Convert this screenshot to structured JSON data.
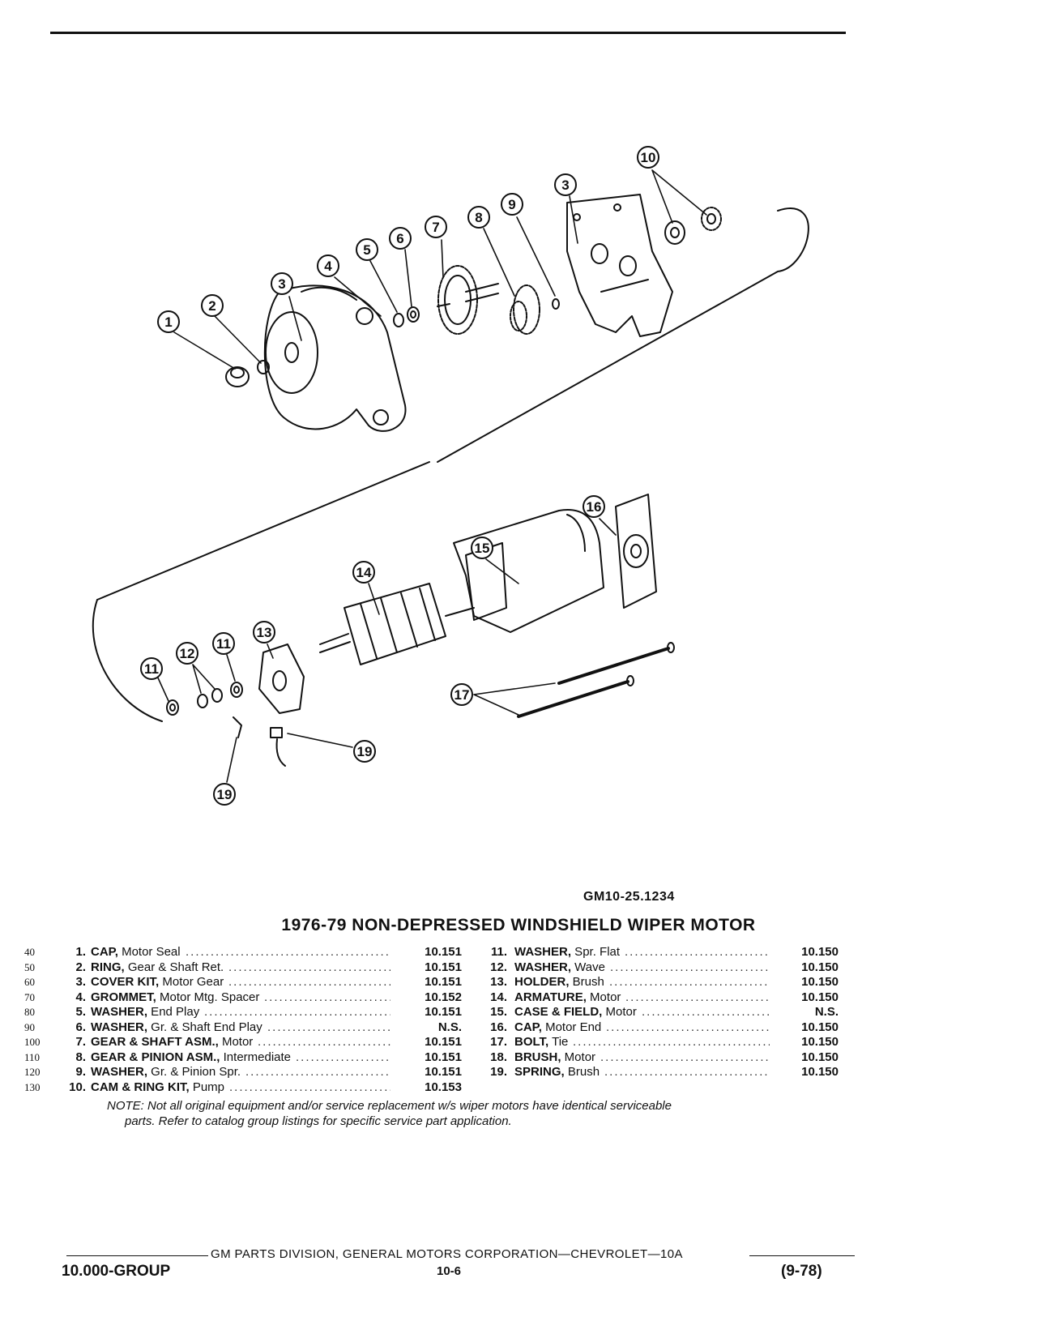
{
  "figure_id": "GM10-25.1234",
  "title": "1976-79 NON-DEPRESSED WINDSHIELD WIPER MOTOR",
  "callouts": [
    "1",
    "2",
    "3",
    "3",
    "4",
    "5",
    "6",
    "7",
    "8",
    "9",
    "10",
    "11",
    "11",
    "12",
    "13",
    "14",
    "15",
    "16",
    "17",
    "19",
    "19"
  ],
  "left_parts": [
    {
      "ref": "40",
      "num": "1.",
      "name": "CAP,",
      "desc": " Motor Seal",
      "group": "10.151"
    },
    {
      "ref": "50",
      "num": "2.",
      "name": "RING,",
      "desc": " Gear & Shaft Ret.",
      "group": "10.151"
    },
    {
      "ref": "60",
      "num": "3.",
      "name": "COVER KIT,",
      "desc": " Motor Gear",
      "group": "10.151"
    },
    {
      "ref": "70",
      "num": "4.",
      "name": "GROMMET,",
      "desc": " Motor Mtg. Spacer",
      "group": "10.152"
    },
    {
      "ref": "80",
      "num": "5.",
      "name": "WASHER,",
      "desc": " End Play",
      "group": "10.151"
    },
    {
      "ref": "90",
      "num": "6.",
      "name": "WASHER,",
      "desc": " Gr. & Shaft End Play",
      "group": "N.S."
    },
    {
      "ref": "100",
      "num": "7.",
      "name": "GEAR & SHAFT ASM.,",
      "desc": " Motor",
      "group": "10.151"
    },
    {
      "ref": "110",
      "num": "8.",
      "name": "GEAR & PINION ASM.,",
      "desc": " Intermediate",
      "group": "10.151"
    },
    {
      "ref": "120",
      "num": "9.",
      "name": "WASHER,",
      "desc": " Gr. & Pinion Spr.",
      "group": "10.151"
    },
    {
      "ref": "130",
      "num": "10.",
      "name": "CAM & RING KIT,",
      "desc": " Pump",
      "group": "10.153"
    }
  ],
  "right_parts": [
    {
      "num": "11.",
      "name": "WASHER,",
      "desc": " Spr. Flat",
      "group": "10.150"
    },
    {
      "num": "12.",
      "name": "WASHER,",
      "desc": " Wave",
      "group": "10.150"
    },
    {
      "num": "13.",
      "name": "HOLDER,",
      "desc": " Brush",
      "group": "10.150"
    },
    {
      "num": "14.",
      "name": "ARMATURE,",
      "desc": " Motor",
      "group": "10.150"
    },
    {
      "num": "15.",
      "name": "CASE & FIELD,",
      "desc": " Motor",
      "group": "N.S."
    },
    {
      "num": "16.",
      "name": "CAP,",
      "desc": " Motor End",
      "group": "10.150"
    },
    {
      "num": "17.",
      "name": "BOLT,",
      "desc": " Tie",
      "group": "10.150"
    },
    {
      "num": "18.",
      "name": "BRUSH,",
      "desc": " Motor",
      "group": "10.150"
    },
    {
      "num": "19.",
      "name": "SPRING,",
      "desc": " Brush",
      "group": "10.150"
    }
  ],
  "note_line1": "NOTE: Not all original equipment and/or service replacement w/s wiper motors have identical serviceable",
  "note_line2": "parts. Refer to catalog group listings for specific service part application.",
  "footer_text": "GM PARTS DIVISION, GENERAL MOTORS CORPORATION—CHEVROLET—10A",
  "footer_group": "10.000-GROUP",
  "footer_page": "10-6",
  "footer_date": "(9-78)"
}
